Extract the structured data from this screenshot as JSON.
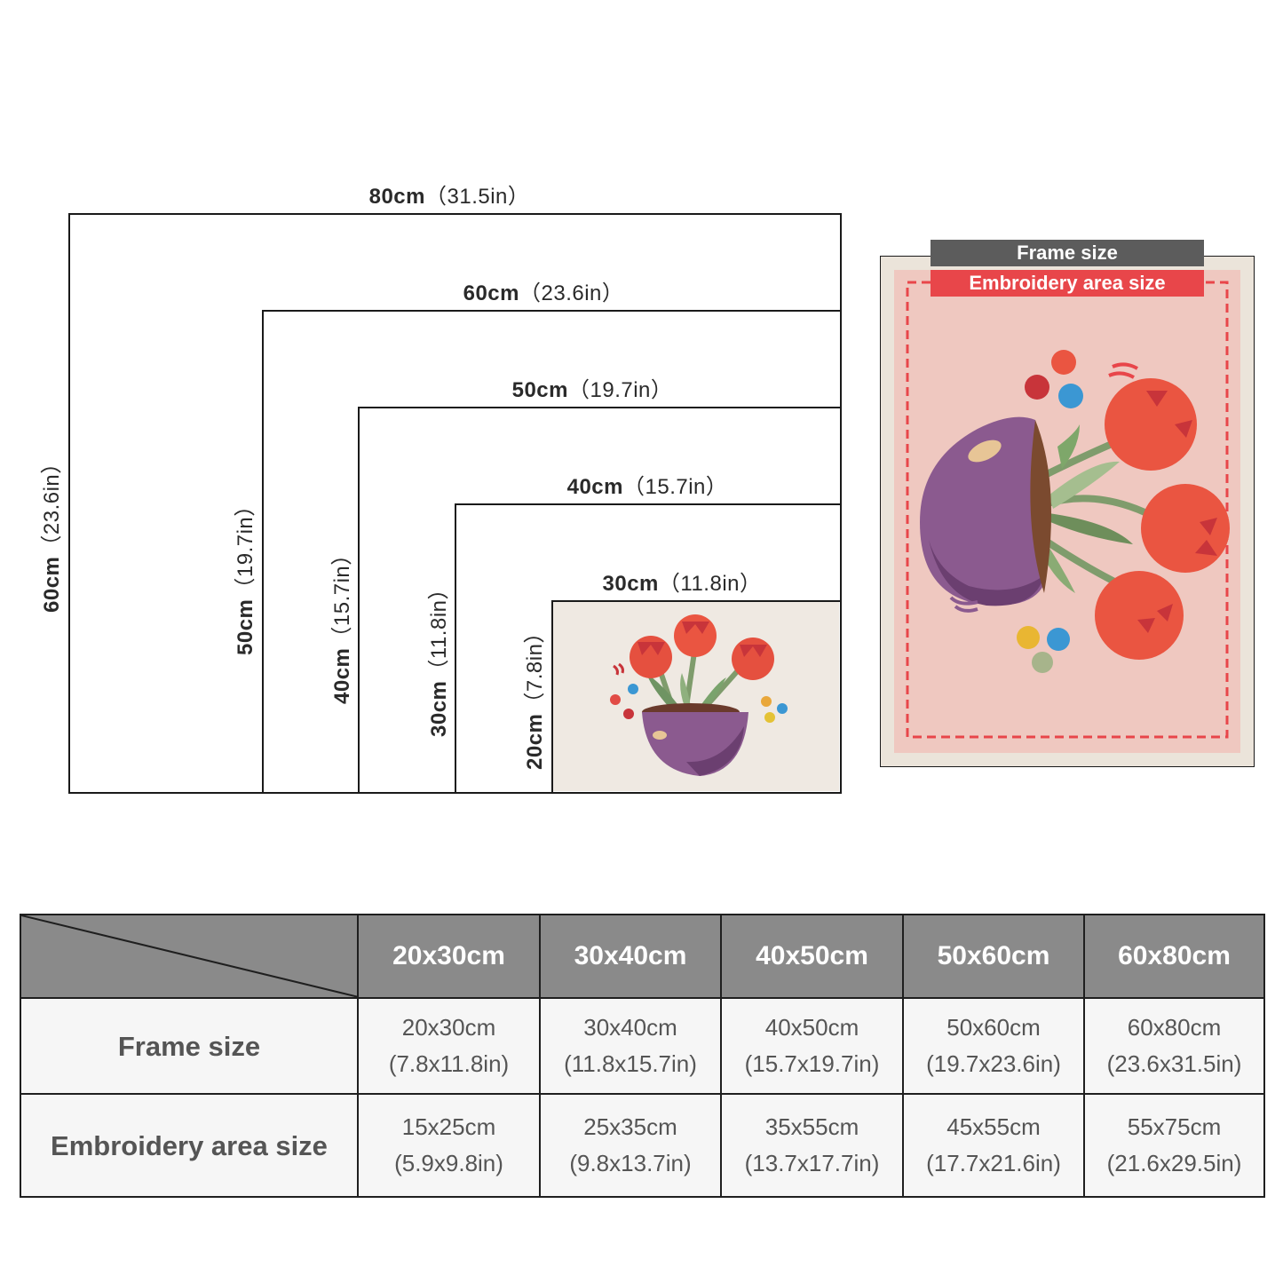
{
  "diagram": {
    "widths": [
      {
        "cm": "80cm",
        "in": "（31.5in）"
      },
      {
        "cm": "60cm",
        "in": "（23.6in）"
      },
      {
        "cm": "50cm",
        "in": "（19.7in）"
      },
      {
        "cm": "40cm",
        "in": "（15.7in）"
      },
      {
        "cm": "30cm",
        "in": "（11.8in）"
      }
    ],
    "heights": [
      {
        "cm": "60cm",
        "in": "（23.6in）"
      },
      {
        "cm": "50cm",
        "in": "（19.7in）"
      },
      {
        "cm": "40cm",
        "in": "（15.7in）"
      },
      {
        "cm": "30cm",
        "in": "（11.8in）"
      },
      {
        "cm": "20cm",
        "in": "（7.8in）"
      }
    ]
  },
  "legend": {
    "frame_label": "Frame size",
    "embroidery_label": "Embroidery area size",
    "frame_color": "#5c5c5c",
    "embroidery_color": "#e8464a"
  },
  "table": {
    "columns": [
      "20x30cm",
      "30x40cm",
      "40x50cm",
      "50x60cm",
      "60x80cm"
    ],
    "rows": [
      {
        "label": "Frame size",
        "cells": [
          {
            "cm": "20x30cm",
            "in": "(7.8x11.8in)"
          },
          {
            "cm": "30x40cm",
            "in": "(11.8x15.7in)"
          },
          {
            "cm": "40x50cm",
            "in": "(15.7x19.7in)"
          },
          {
            "cm": "50x60cm",
            "in": "(19.7x23.6in)"
          },
          {
            "cm": "60x80cm",
            "in": "(23.6x31.5in)"
          }
        ]
      },
      {
        "label": "Embroidery area size",
        "cells": [
          {
            "cm": "15x25cm",
            "in": "(5.9x9.8in)"
          },
          {
            "cm": "25x35cm",
            "in": "(9.8x13.7in)"
          },
          {
            "cm": "35x55cm",
            "in": "(13.7x17.7in)"
          },
          {
            "cm": "45x55cm",
            "in": "(17.7x21.6in)"
          },
          {
            "cm": "55x75cm",
            "in": "(21.6x29.5in)"
          }
        ]
      }
    ],
    "header_color": "#8a8a8a"
  }
}
